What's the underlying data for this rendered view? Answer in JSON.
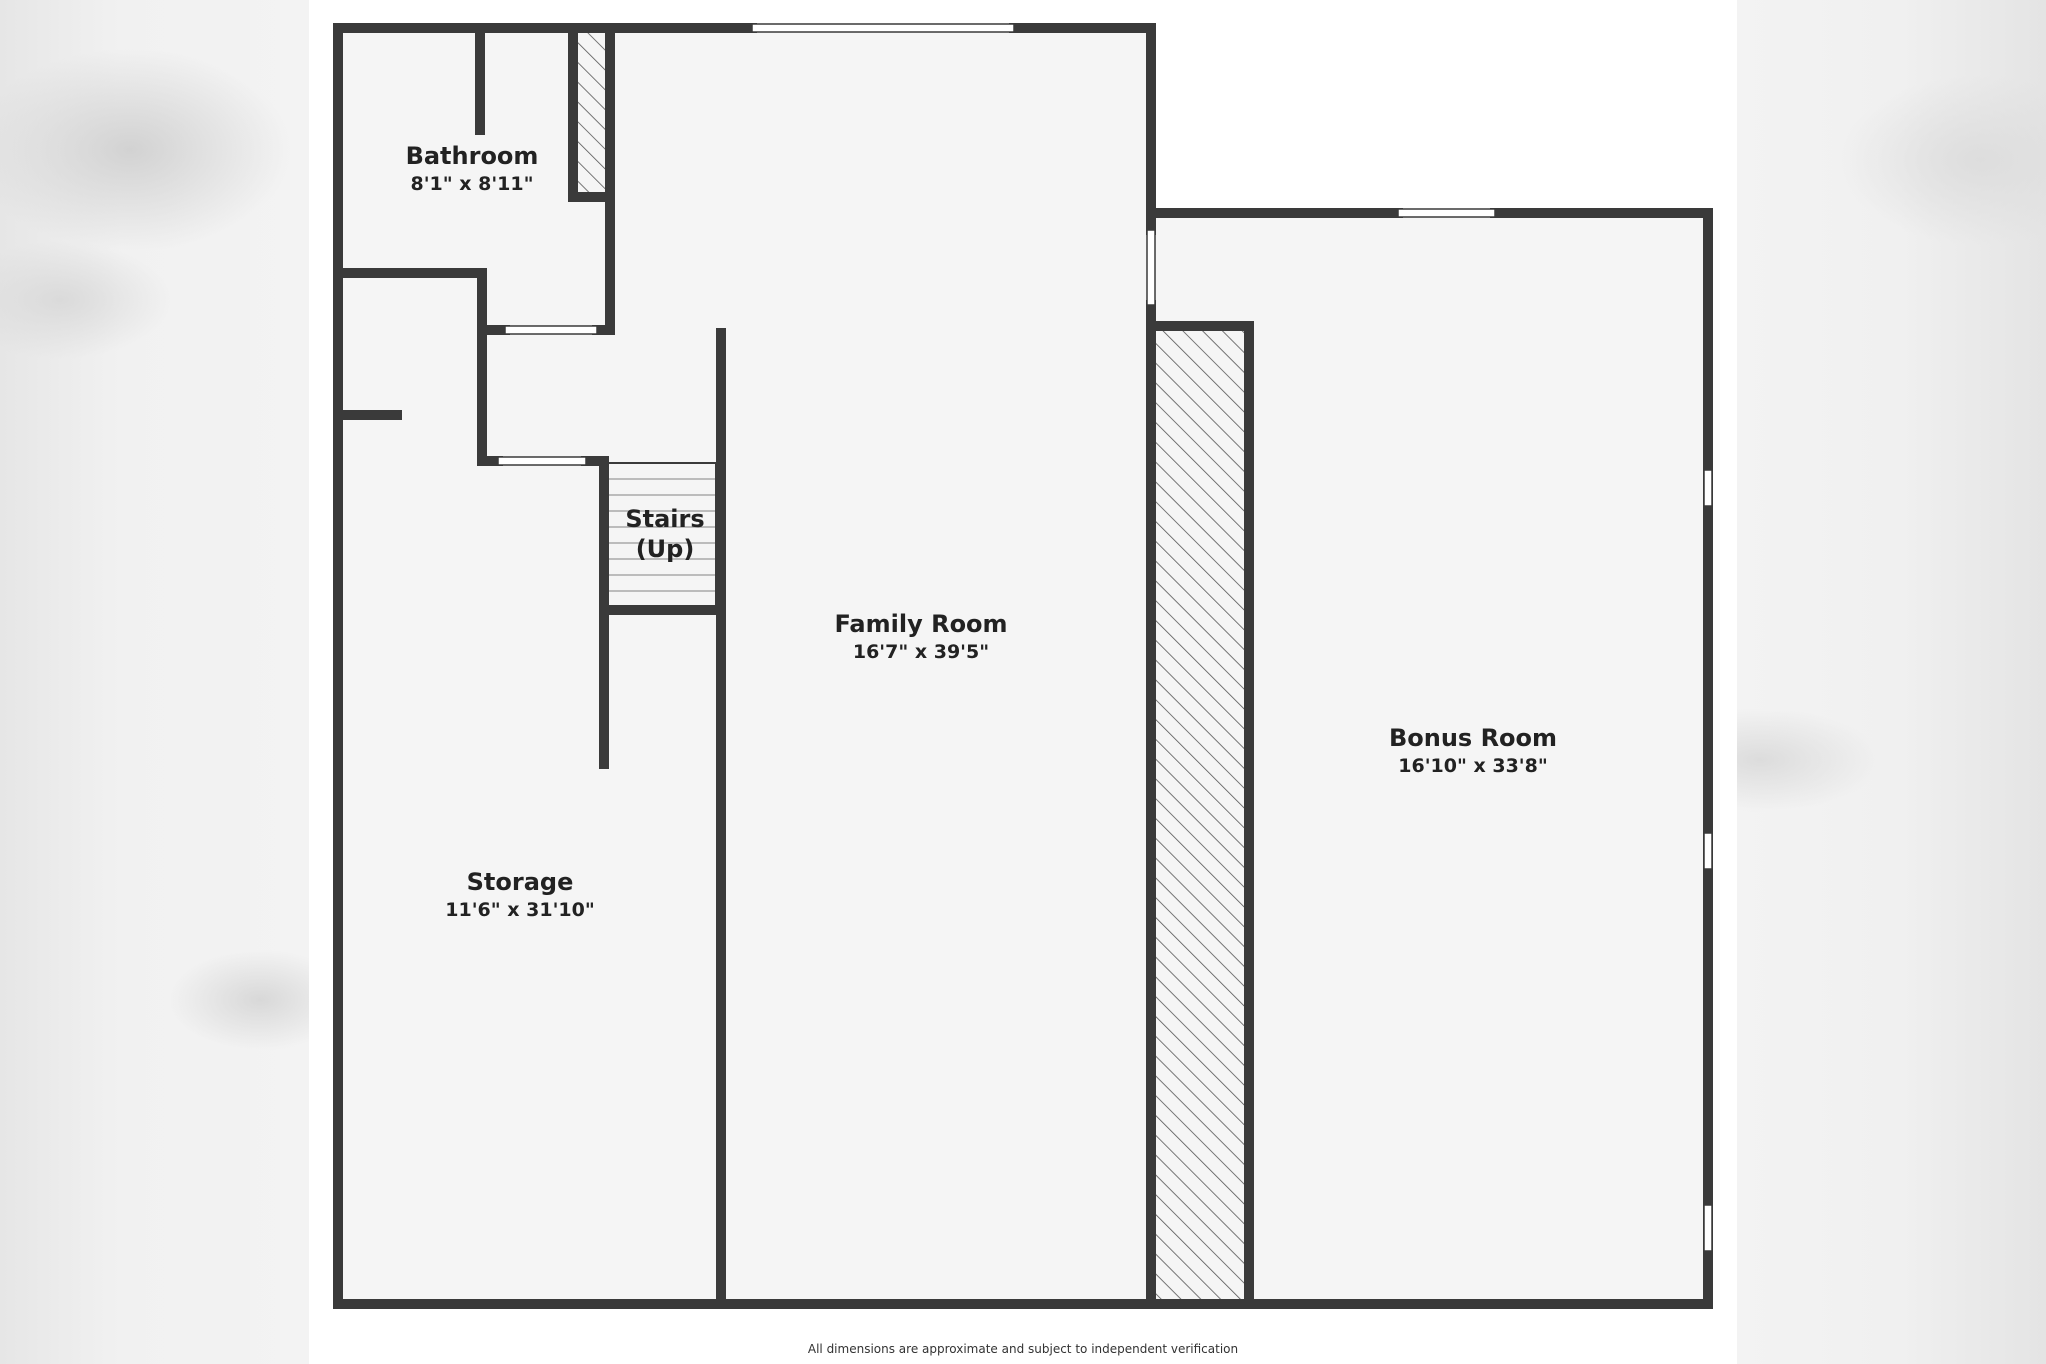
{
  "floorplan": {
    "rooms": [
      {
        "id": "bathroom",
        "name": "Bathroom",
        "dimensions": "8'1\" x 8'11\""
      },
      {
        "id": "stairs",
        "name": "Stairs (Up)",
        "name_line1": "Stairs",
        "name_line2": "(Up)"
      },
      {
        "id": "family-room",
        "name": "Family Room",
        "dimensions": "16'7\" x 39'5\""
      },
      {
        "id": "bonus-room",
        "name": "Bonus Room",
        "dimensions": "16'10\" x 33'8\""
      },
      {
        "id": "storage",
        "name": "Storage",
        "dimensions": "11'6\" x 31'10\""
      }
    ],
    "disclaimer": "All dimensions are approximate and subject to independent verification",
    "colors": {
      "wall": "#3a3a3a",
      "floor": "#f5f5f5",
      "window": "#ffffff",
      "hatch": "#555555",
      "page": "#ffffff"
    }
  }
}
